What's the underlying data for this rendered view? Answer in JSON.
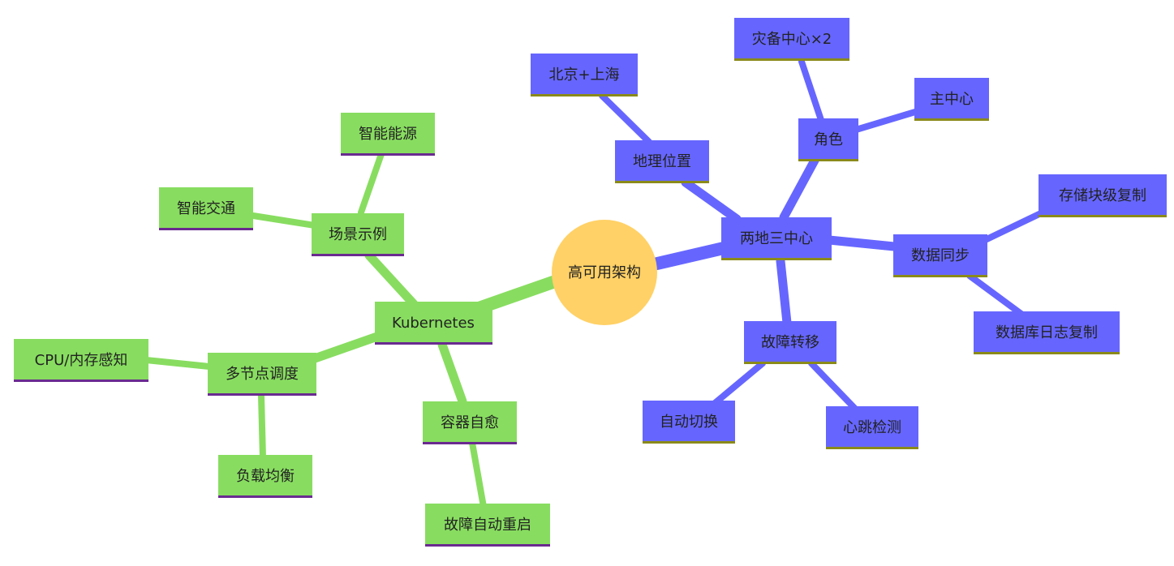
{
  "colors": {
    "root_fill": "#FFD166",
    "green_fill": "#88DD60",
    "green_edge": "#88DD60",
    "green_underline": "#6A2A90",
    "blue_fill": "#6666FF",
    "blue_edge": "#6666FF",
    "blue_underline": "#8A8A1A"
  },
  "root": {
    "label": "高可用架构"
  },
  "nodes": {
    "k8s": {
      "label": "Kubernetes"
    },
    "scene": {
      "label": "场景示例"
    },
    "smart_energy": {
      "label": "智能能源"
    },
    "smart_traffic": {
      "label": "智能交通"
    },
    "multi_node": {
      "label": "多节点调度"
    },
    "cpu_mem": {
      "label": "CPU/内存感知"
    },
    "load_balance": {
      "label": "负载均衡"
    },
    "self_heal": {
      "label": "容器自愈"
    },
    "auto_restart": {
      "label": "故障自动重启"
    },
    "two_three": {
      "label": "两地三中心"
    },
    "geo": {
      "label": "地理位置"
    },
    "bj_sh": {
      "label": "北京+上海"
    },
    "role": {
      "label": "角色"
    },
    "dr_center": {
      "label": "灾备中心×2"
    },
    "main_center": {
      "label": "主中心"
    },
    "data_sync": {
      "label": "数据同步"
    },
    "block_rep": {
      "label": "存储块级复制"
    },
    "db_log_rep": {
      "label": "数据库日志复制"
    },
    "failover": {
      "label": "故障转移"
    },
    "auto_switch": {
      "label": "自动切换"
    },
    "heartbeat": {
      "label": "心跳检测"
    }
  }
}
